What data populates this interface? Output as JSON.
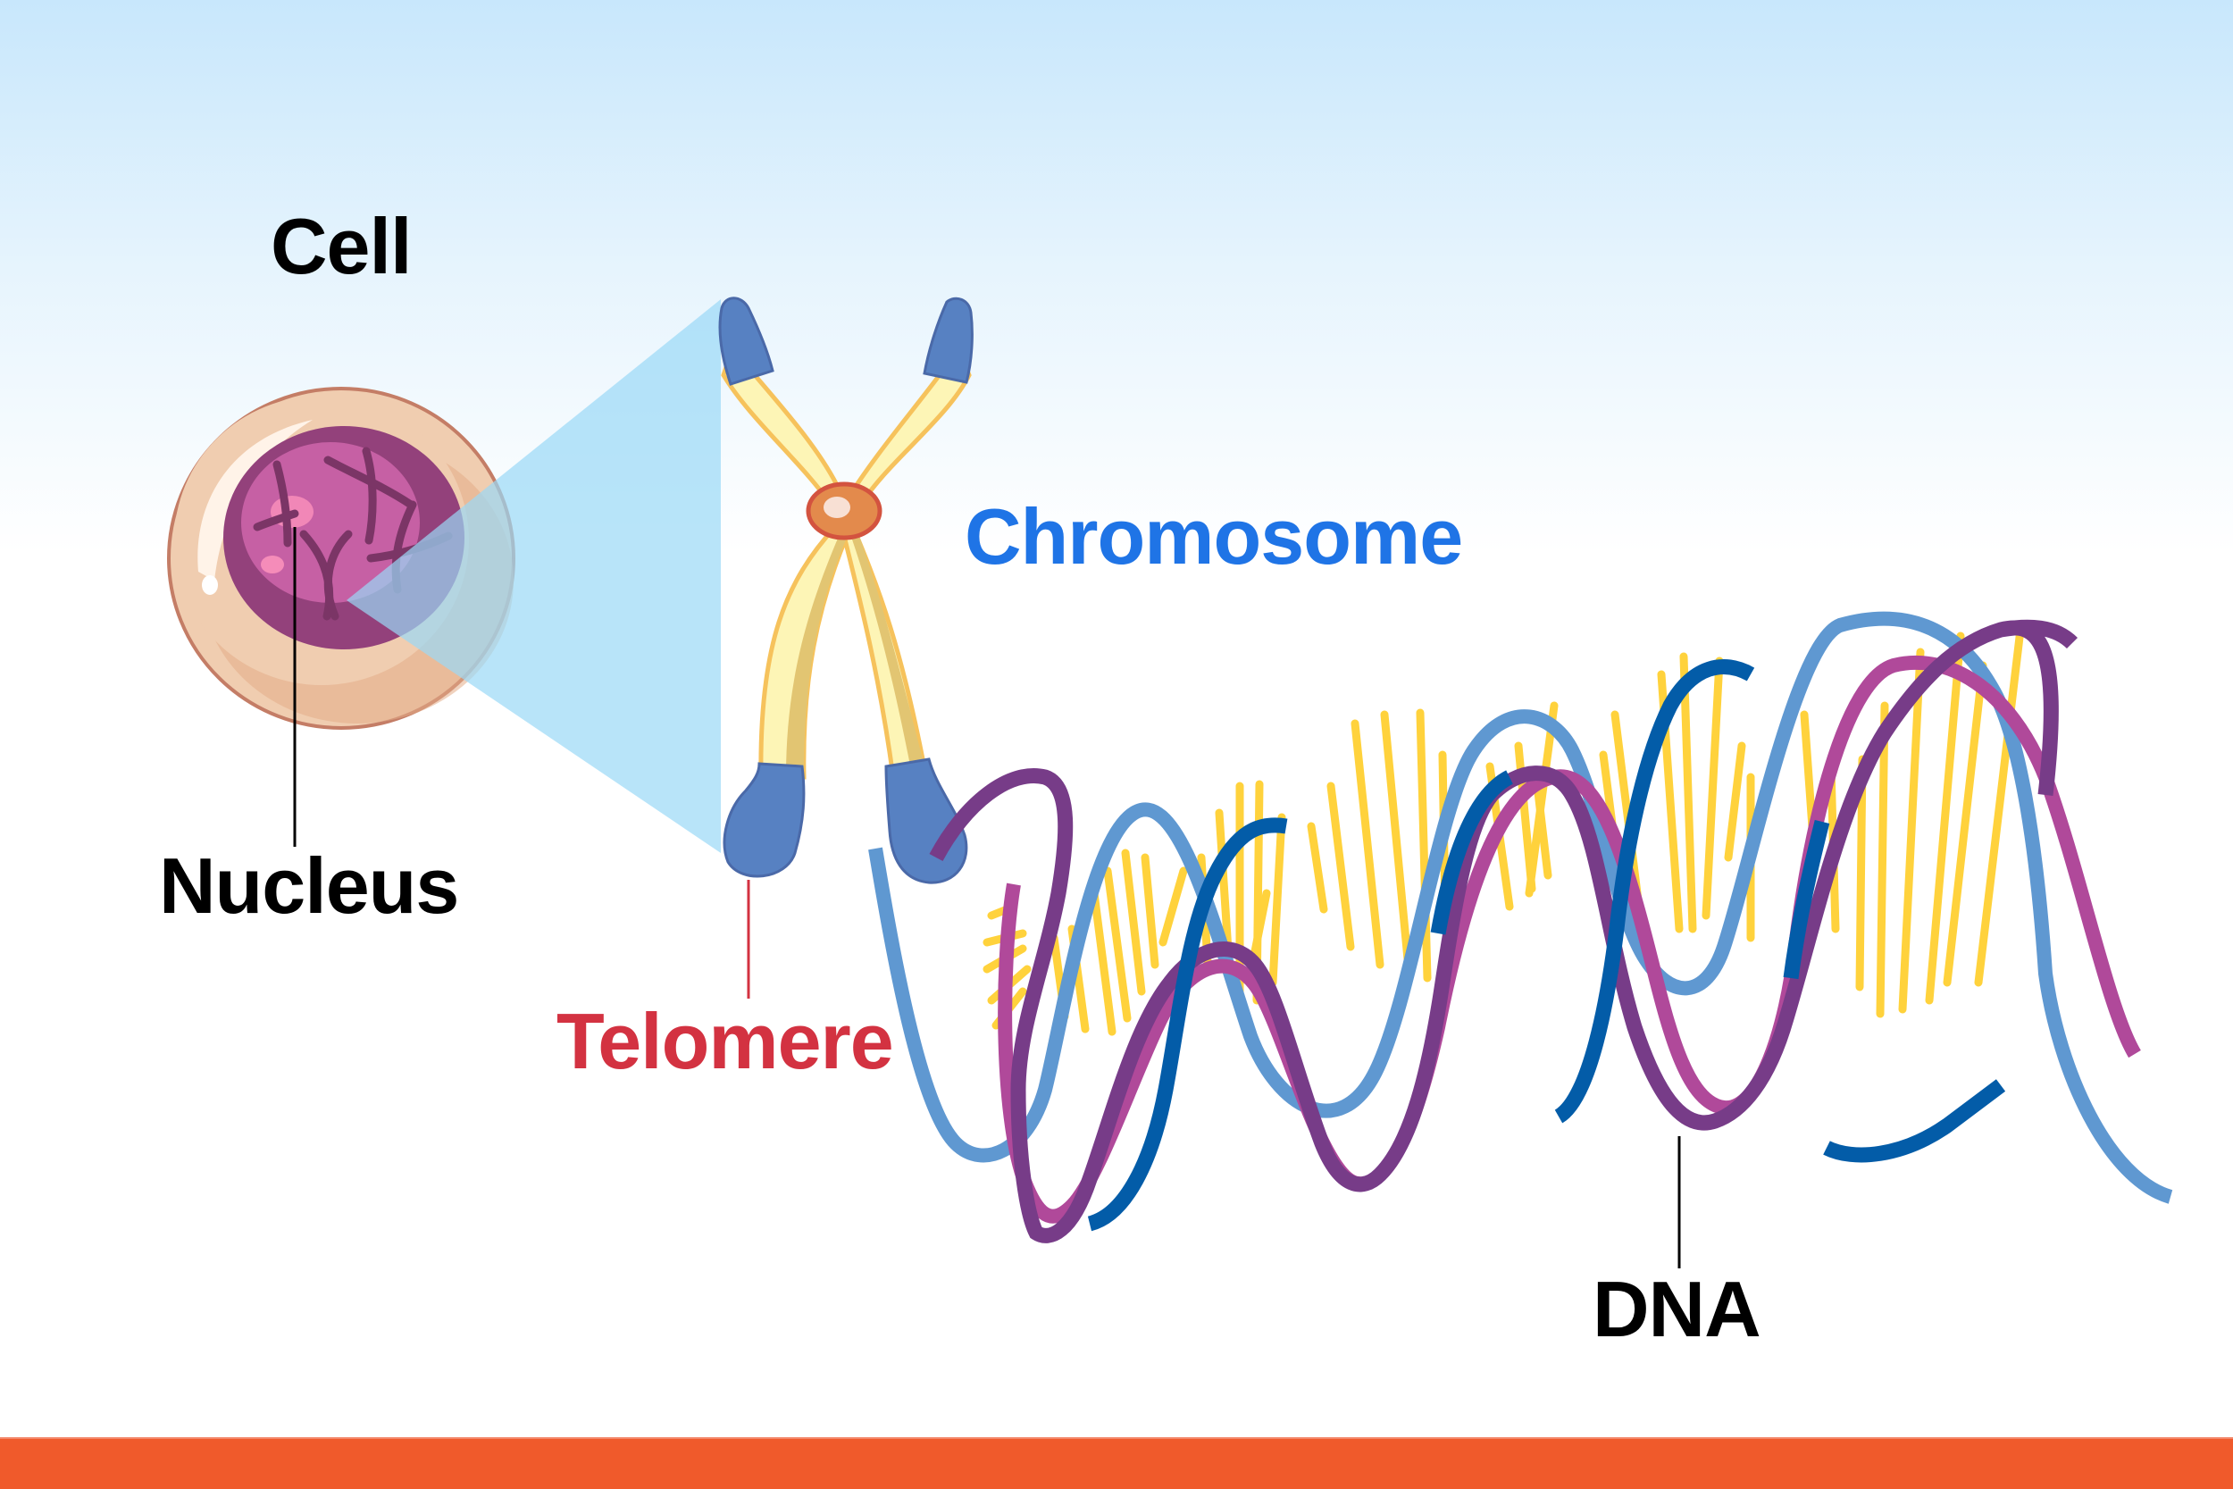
{
  "diagram": {
    "type": "biology-hierarchy-illustration",
    "subject": "Cell to DNA: nucleus, chromosome, telomere, DNA double helix"
  },
  "labels": {
    "cell": "Cell",
    "nucleus": "Nucleus",
    "chromosome": "Chromosome",
    "telomere": "Telomere",
    "dna": "DNA"
  },
  "colors": {
    "background_top": "#c8e7fc",
    "background_bottom": "#ffffff",
    "label_default": "#000000",
    "chromosome_label": "#1f74e6",
    "telomere_label": "#d33241",
    "telomere_leader": "#d33241",
    "footer_bar": "#f05a2b",
    "zoom_cone": "#b7e5fb",
    "cell_membrane": "#c47d66",
    "cell_cytoplasm": "#f0cdb0",
    "nucleus_outer": "#93417b",
    "nucleus_inner": "#c660a4",
    "chromosome_arm": "#fdf5b6",
    "chromosome_arm_shadow": "#e2c572",
    "telomere_cap": "#5781c2",
    "telomere_cap_shadow": "#4e627a",
    "centromere": "#e38a4c",
    "dna_purple": "#773c88",
    "dna_magenta": "#b0499a",
    "dna_dark_blue": "#035ca8",
    "dna_light_blue": "#5f98d1",
    "base_pairs": "#ffd23c"
  }
}
